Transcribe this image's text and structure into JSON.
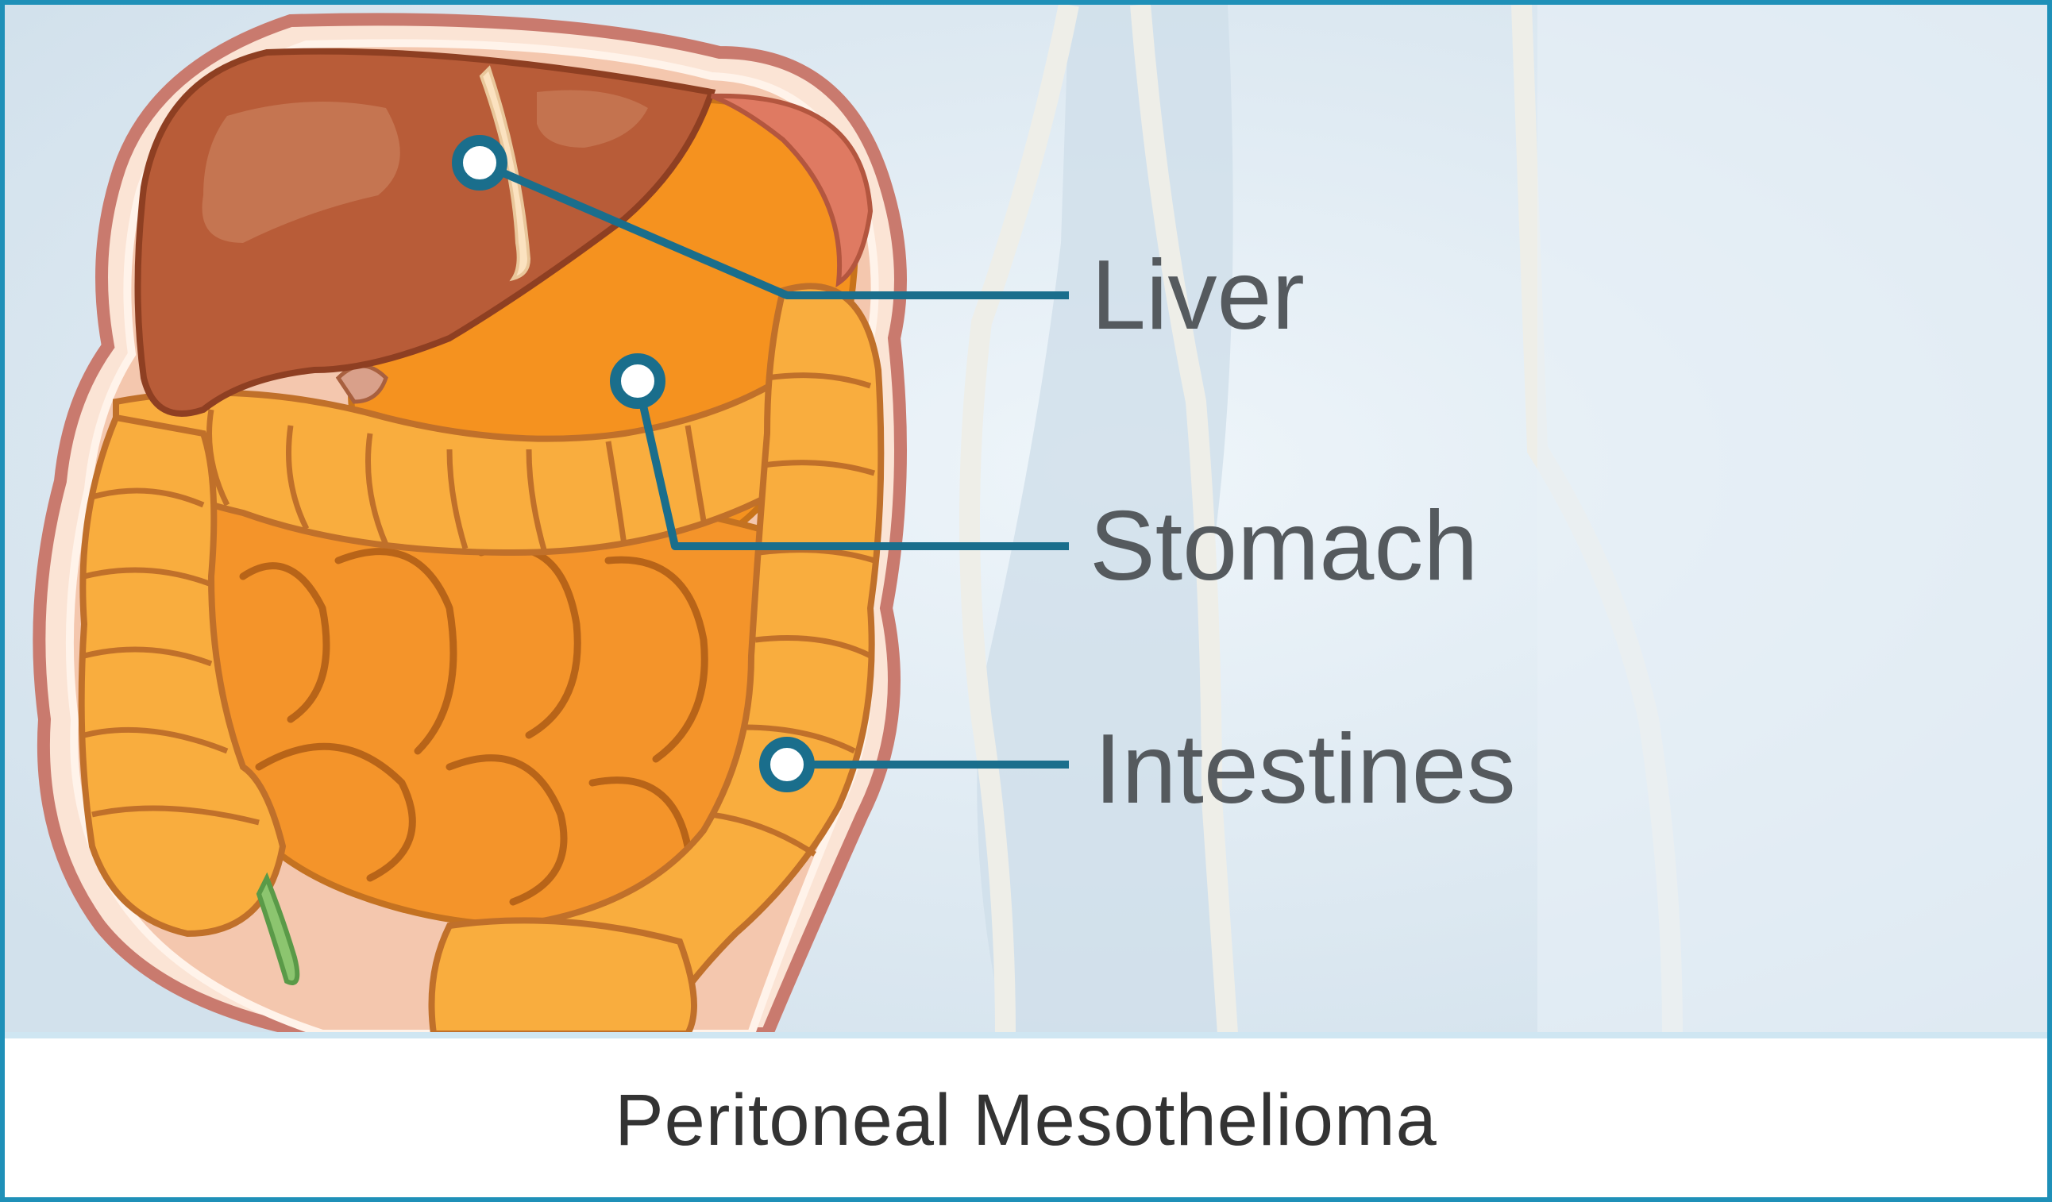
{
  "diagram": {
    "labels": {
      "liver": "Liver",
      "stomach": "Stomach",
      "intestines": "Intestines"
    },
    "caption": "Peritoneal Mesothelioma"
  },
  "colors": {
    "frame_border": "#1f90b8",
    "background": "#d9e6f0",
    "liver": "#b85c38",
    "stomach": "#f5921f",
    "intestines": "#f9ad3e",
    "callout_line": "#1a6e8c",
    "label_text": "#555a5e",
    "caption_text": "#333333"
  }
}
